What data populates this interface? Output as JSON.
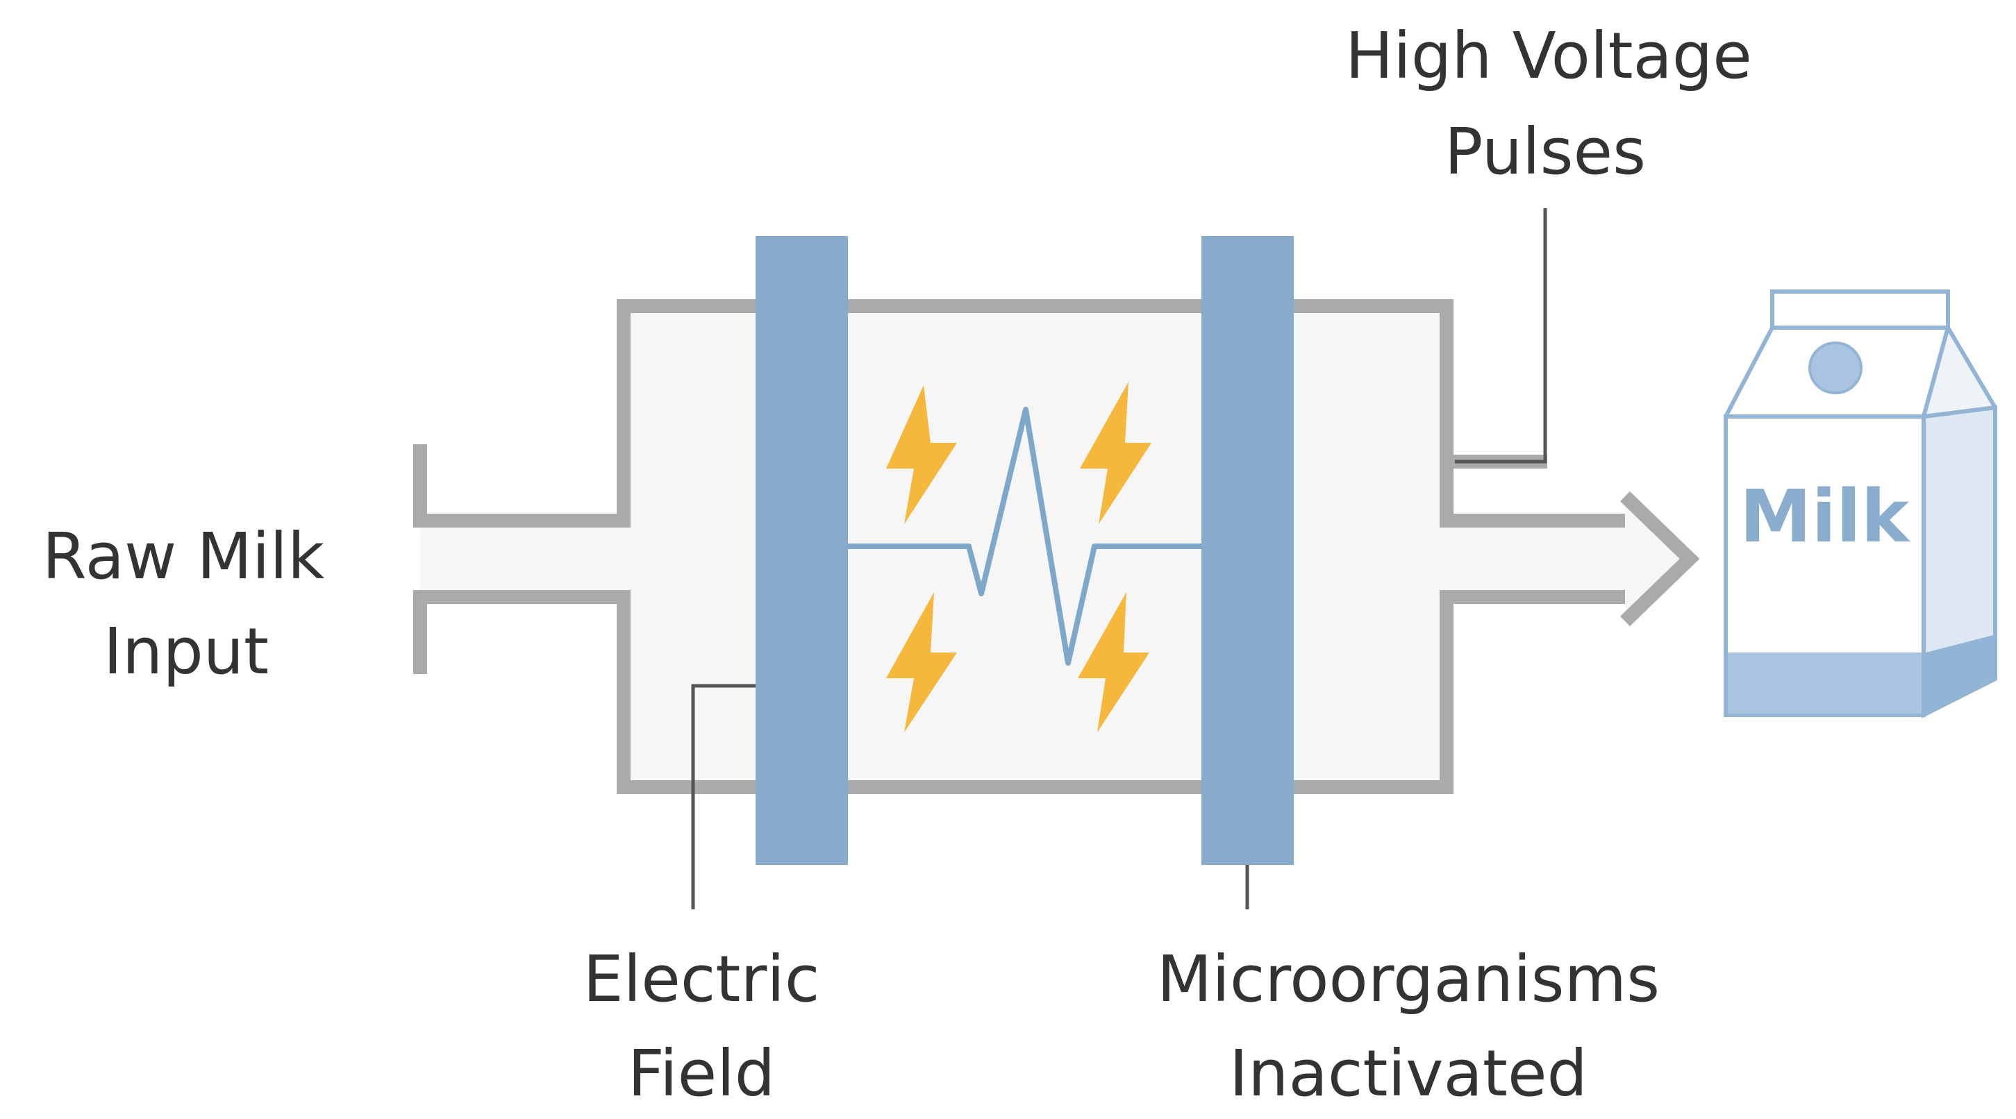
{
  "labels": {
    "raw_milk_input": [
      "Raw Milk",
      "Input"
    ],
    "high_voltage_pulses": [
      "High Voltage",
      "Pulses"
    ],
    "electric_field": [
      "Electric",
      "Field"
    ],
    "microorganisms_inactivated": [
      "Microorganisms",
      "Inactivated"
    ],
    "carton": "Milk"
  },
  "colors": {
    "electrode": "#88abcb",
    "pipe_wall": "#a9aaab",
    "chamber_fill": "#f6f6f6",
    "lightning": "#f6b73d",
    "field_line": "#7ea7c9",
    "leader_line": "#555555",
    "text": "#333333",
    "carton_outline": "#93b4d4",
    "carton_band": "#a8c4e0",
    "carton_side": "#dde8f2"
  },
  "icons": [
    "lightning-bolt-icon",
    "milk-carton-icon"
  ]
}
